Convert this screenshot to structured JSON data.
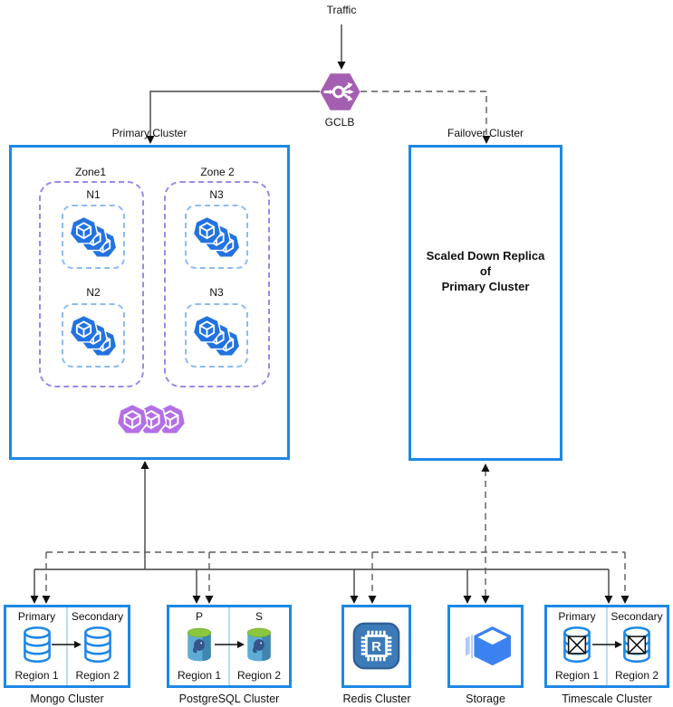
{
  "diagram": {
    "traffic": {
      "label": "Traffic"
    },
    "load_balancer": {
      "label": "GCLB",
      "icon": "load-balancer-hexagon-icon",
      "color": "#a45fb0"
    },
    "primary_cluster": {
      "label": "Primary Cluster",
      "zones": [
        {
          "label": "Zone1",
          "nodes": [
            {
              "label": "N1",
              "icon": "kubernetes-pods-icon"
            },
            {
              "label": "N2",
              "icon": "kubernetes-pods-icon"
            }
          ]
        },
        {
          "label": "Zone 2",
          "nodes": [
            {
              "label": "N3",
              "icon": "kubernetes-pods-icon"
            },
            {
              "label": "N3",
              "icon": "kubernetes-pods-icon"
            }
          ]
        }
      ],
      "footer_icon": "pods-purple-icon"
    },
    "failover_cluster": {
      "label": "Failover Cluster",
      "description_lines": [
        "Scaled Down Replica",
        "of",
        "Primary Cluster"
      ]
    },
    "data_stores": [
      {
        "label": "Mongo Cluster",
        "icon": "database-cylinder-icon",
        "regions": [
          {
            "role": "Primary",
            "region": "Region 1"
          },
          {
            "role": "Secondary",
            "region": "Region 2"
          }
        ]
      },
      {
        "label": "PostgreSQL Cluster",
        "icon": "postgresql-elephant-icon",
        "regions": [
          {
            "role": "P",
            "region": "Region 1"
          },
          {
            "role": "S",
            "region": "Region 2"
          }
        ]
      },
      {
        "label": "Redis Cluster",
        "icon": "memorystore-chip-icon"
      },
      {
        "label": "Storage",
        "icon": "cloud-storage-cube-icon"
      },
      {
        "label": "Timescale Cluster",
        "icon": "timescale-database-icon",
        "regions": [
          {
            "role": "Primary",
            "region": "Region 1"
          },
          {
            "role": "Secondary",
            "region": "Region 2"
          }
        ]
      }
    ],
    "colors": {
      "cluster_border": "#1e88e5",
      "zone_border": "#9e88e8",
      "node_border": "#8dbbf2",
      "pod_blue": "#2273e0",
      "pod_purple": "#b46fe6",
      "gclb_purple": "#a45fb0",
      "redis_blue": "#3d7ab8",
      "storage_blue": "#3b82f0",
      "postgres_green": "#8bc63f",
      "connector_solid": "#424242",
      "connector_dashed": "#5b5b5b"
    }
  }
}
